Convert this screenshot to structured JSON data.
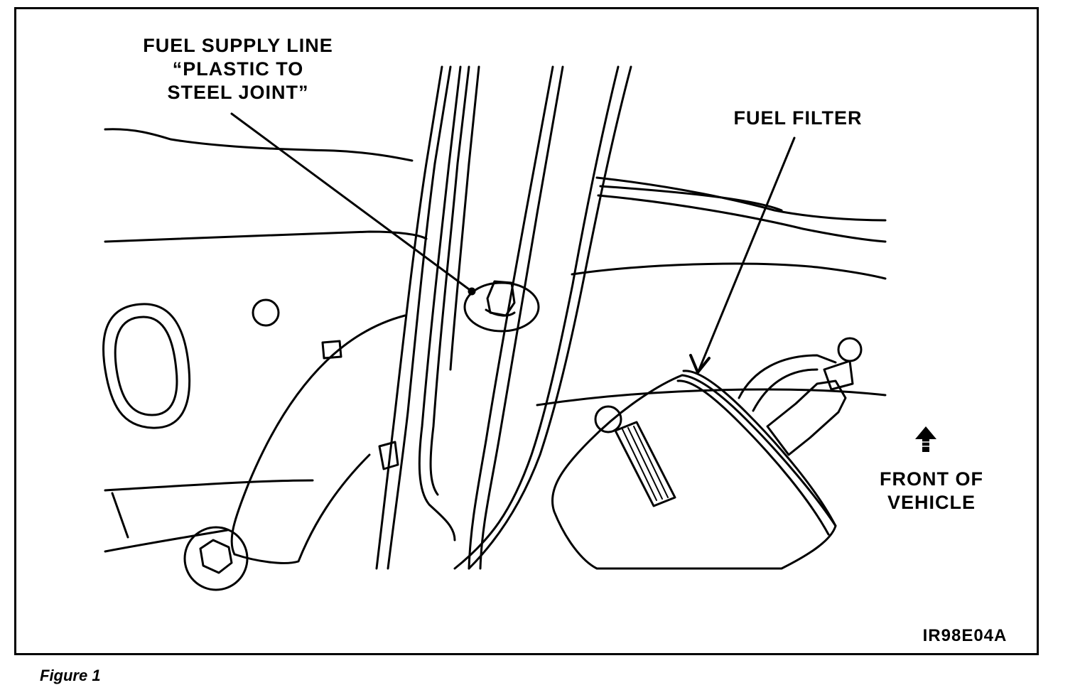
{
  "labels": {
    "fuel_supply_line": [
      "FUEL SUPPLY LINE",
      "“PLASTIC TO",
      "STEEL JOINT”"
    ],
    "fuel_filter": "FUEL FILTER",
    "front_of_vehicle": [
      "FRONT OF",
      "VEHICLE"
    ],
    "figure_code": "IR98E04A"
  },
  "caption": "Figure 1",
  "colors": {
    "ink": "#000000",
    "paper": "#ffffff"
  },
  "icons": {
    "front_arrow": "up-arrow-icon"
  }
}
